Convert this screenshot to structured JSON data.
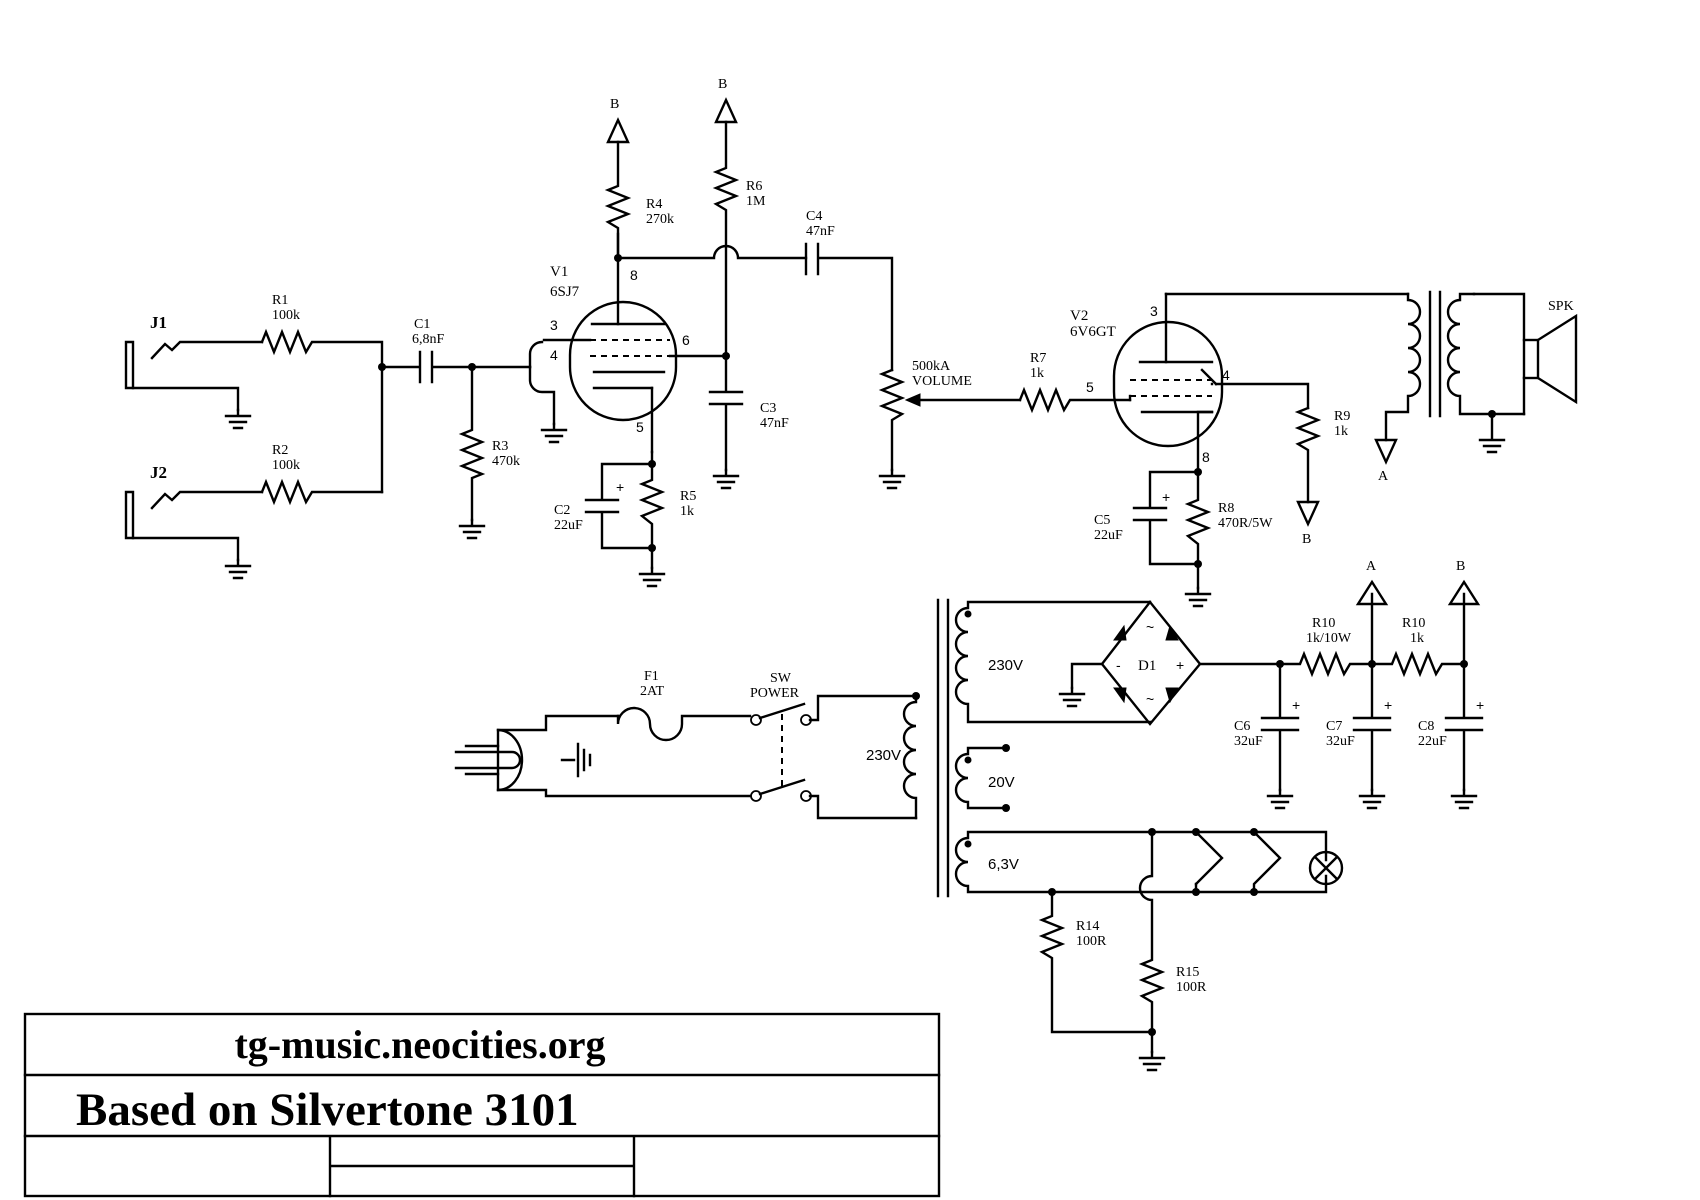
{
  "schematic": {
    "jacks": [
      {
        "ref": "J1"
      },
      {
        "ref": "J2"
      }
    ],
    "resistors": [
      {
        "ref": "R1",
        "value": "100k"
      },
      {
        "ref": "R2",
        "value": "100k"
      },
      {
        "ref": "R3",
        "value": "470k"
      },
      {
        "ref": "R4",
        "value": "270k"
      },
      {
        "ref": "R5",
        "value": "1k"
      },
      {
        "ref": "R6",
        "value": "1M"
      },
      {
        "ref": "R7",
        "value": "1k"
      },
      {
        "ref": "R8",
        "value": "470R/5W"
      },
      {
        "ref": "R9",
        "value": "1k"
      },
      {
        "ref": "R10",
        "value": "1k/10W"
      },
      {
        "ref": "R10",
        "value": "1k"
      },
      {
        "ref": "R14",
        "value": "100R"
      },
      {
        "ref": "R15",
        "value": "100R"
      }
    ],
    "capacitors": [
      {
        "ref": "C1",
        "value": "6,8nF"
      },
      {
        "ref": "C2",
        "value": "22uF"
      },
      {
        "ref": "C3",
        "value": "47nF"
      },
      {
        "ref": "C4",
        "value": "47nF"
      },
      {
        "ref": "C5",
        "value": "22uF"
      },
      {
        "ref": "C6",
        "value": "32uF"
      },
      {
        "ref": "C7",
        "value": "32uF"
      },
      {
        "ref": "C8",
        "value": "22uF"
      }
    ],
    "tubes": [
      {
        "ref": "V1",
        "type": "6SJ7",
        "pins": [
          "3",
          "4",
          "8",
          "6",
          "5"
        ]
      },
      {
        "ref": "V2",
        "type": "6V6GT",
        "pins": [
          "3",
          "4",
          "5",
          "8"
        ]
      }
    ],
    "volume": {
      "value": "500kA",
      "label": "VOLUME"
    },
    "speaker": {
      "ref": "SPK"
    },
    "fuse": {
      "ref": "F1",
      "value": "2AT"
    },
    "switch": {
      "ref": "SW",
      "label": "POWER"
    },
    "rectifier": {
      "ref": "D1",
      "ac": "~",
      "plus": "+",
      "minus": "-"
    },
    "polarity": "+",
    "transformer": {
      "primary": "230V",
      "secondaries": [
        "230V",
        "20V",
        "6,3V"
      ]
    },
    "rails": {
      "a": "A",
      "b": "B"
    }
  },
  "title_block": {
    "site": "tg-music.neocities.org",
    "title": "Based on Silvertone 3101"
  },
  "colors": {
    "ink": "#000000",
    "paper": "#ffffff"
  }
}
